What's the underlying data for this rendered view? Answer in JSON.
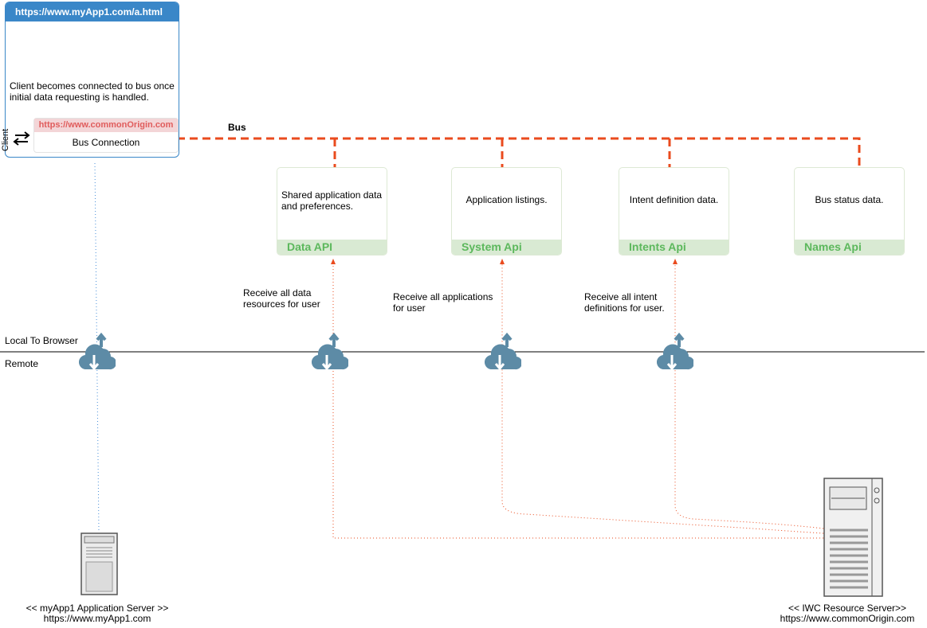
{
  "browser": {
    "url": "https://www.myApp1.com/a.html",
    "note": "Client becomes connected to bus once initial data requesting is handled.",
    "client_label": "Client",
    "bus_connection": {
      "origin": "https://www.commonOrigin.com",
      "label": "Bus Connection"
    }
  },
  "bus_label": "Bus",
  "apis": [
    {
      "desc": "Shared application data and preferences.",
      "name": "Data API"
    },
    {
      "desc": "Application listings.",
      "name": "System Api"
    },
    {
      "desc": "Intent definition data.",
      "name": "Intents Api"
    },
    {
      "desc": "Bus status data.",
      "name": "Names Api"
    }
  ],
  "requests": [
    "Receive all data resources  for user",
    "Receive all applications for user",
    "Receive all intent definitions for user."
  ],
  "zones": {
    "local": "Local To Browser",
    "remote": "Remote"
  },
  "servers": {
    "app": {
      "name": "<< myApp1 Application Server >>",
      "url": "https://www.myApp1.com"
    },
    "iwc": {
      "name": "<< IWC Resource Server>>",
      "url": "https://www.commonOrigin.com"
    }
  },
  "icons": {
    "cloud": "cloud-transfer-icon",
    "server": "server-icon",
    "swap": "swap-arrows-icon"
  },
  "colors": {
    "bus": "#ea4b1e",
    "browser": "#3a87c8",
    "api_label": "#5cb85c",
    "cloud": "#5d8ba6"
  }
}
